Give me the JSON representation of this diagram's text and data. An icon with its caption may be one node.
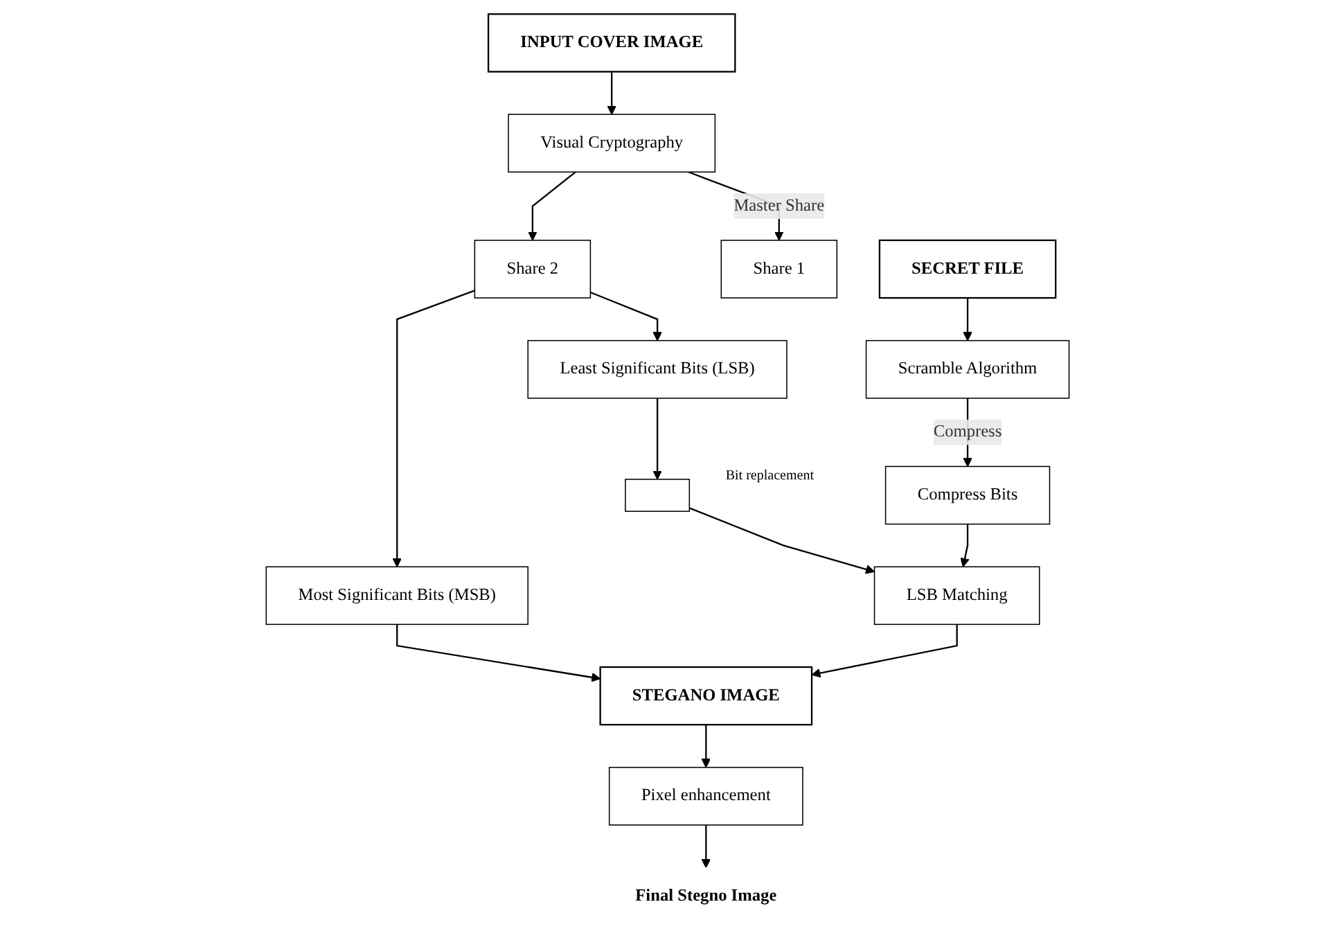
{
  "diagram": {
    "nodes": [
      {
        "text": [
          "INPUT COVER IMAGE"
        ]
      },
      {
        "text": [
          "SECRET FILE"
        ]
      },
      {
        "text": [
          "Visual Cryptography"
        ]
      },
      {
        "text": [
          "Scramble Algorithm"
        ]
      },
      {
        "text": [
          "Share 1"
        ]
      },
      {
        "text": [
          "Share 2"
        ]
      },
      {
        "text": [
          "Most Significant Bits (MSB)"
        ]
      },
      {
        "text": [
          "Least Significant Bits (LSB)"
        ]
      },
      {
        "text": [
          "Compress Bits"
        ]
      },
      {
        "text": [],
        "shape": "box",
        "beside": [
          "Bit replacement"
        ]
      },
      {
        "text": [
          "LSB Matching"
        ]
      },
      {
        "text": [
          "STEGANO IMAGE"
        ]
      },
      {
        "text": [
          "Pixel enhancement"
        ]
      },
      {
        "text": [
          "Final Stegno Image"
        ]
      }
    ],
    "edges": [
      {
        "from": 0,
        "to": 2,
        "arrow": "to"
      },
      {
        "from": 2,
        "to": 4,
        "label": "Master Share",
        "arrow": "to"
      },
      {
        "from": 2,
        "to": 5,
        "arrow": "to"
      },
      {
        "from": 1,
        "to": 3,
        "arrow": "to"
      },
      {
        "from": 3,
        "to": 8,
        "label": "Compress",
        "arrow": "to"
      },
      {
        "from": 5,
        "to": 6,
        "arrow": "to"
      },
      {
        "from": 5,
        "to": 7,
        "arrow": "to"
      },
      {
        "from": 7,
        "to": 9,
        "arrow": "to"
      },
      {
        "from": 9,
        "to": 10,
        "arrow": "to"
      },
      {
        "from": 8,
        "to": 10,
        "arrow": "to"
      },
      {
        "from": 6,
        "to": 11,
        "arrow": "to"
      },
      {
        "from": 10,
        "to": 11,
        "arrow": "to"
      },
      {
        "from": 11,
        "to": 12,
        "arrow": "to"
      },
      {
        "from": 12,
        "to": 13,
        "arrow": "to"
      }
    ]
  }
}
